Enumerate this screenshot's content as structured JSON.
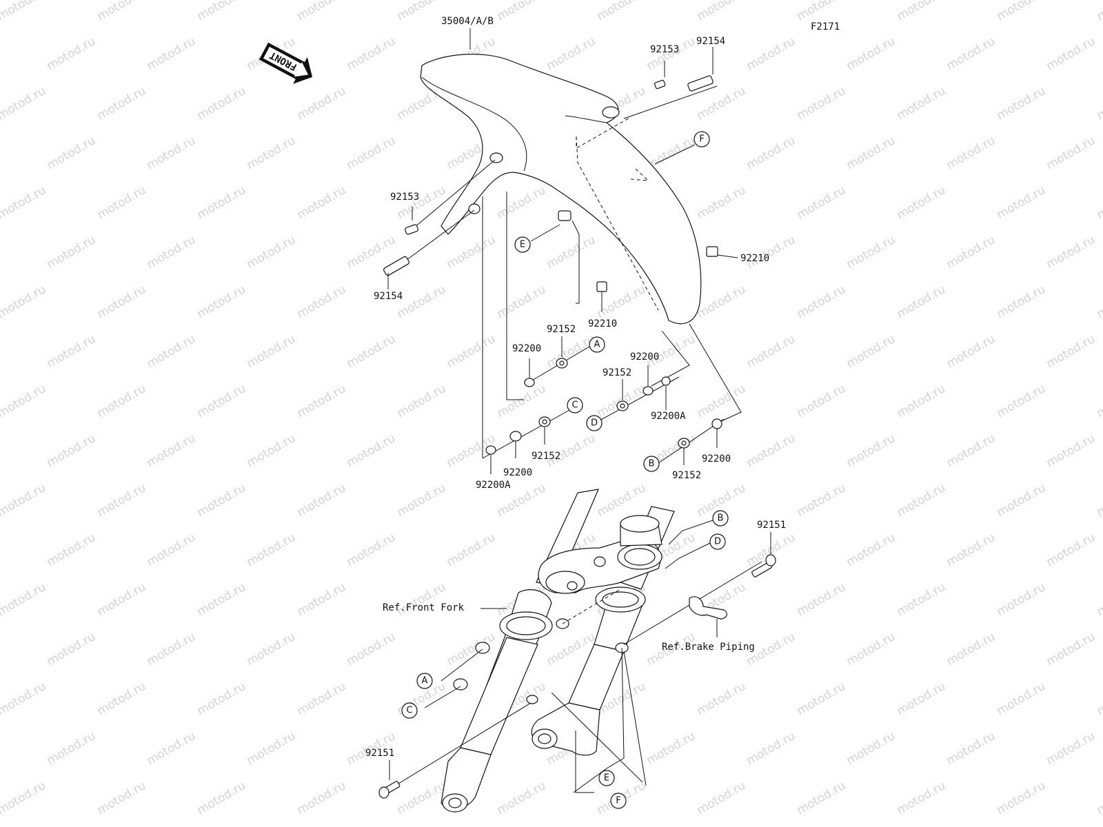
{
  "diagram_code": "F2171",
  "watermark": "motod.ru",
  "front_arrow": {
    "text": "FRONT"
  },
  "fender_part": "35004/A/B",
  "parts": [
    {
      "id": "p1",
      "text": "92153"
    },
    {
      "id": "p2",
      "text": "92154"
    },
    {
      "id": "p3",
      "text": "92153"
    },
    {
      "id": "p4",
      "text": "92154"
    },
    {
      "id": "p5",
      "text": "92210"
    },
    {
      "id": "p6",
      "text": "92210"
    },
    {
      "id": "p7",
      "text": "92152"
    },
    {
      "id": "p8",
      "text": "92200"
    },
    {
      "id": "p9",
      "text": "92200"
    },
    {
      "id": "p10",
      "text": "92152"
    },
    {
      "id": "p11",
      "text": "92200A"
    },
    {
      "id": "p12",
      "text": "92152"
    },
    {
      "id": "p13",
      "text": "92200"
    },
    {
      "id": "p14",
      "text": "92200A"
    },
    {
      "id": "p15",
      "text": "92152"
    },
    {
      "id": "p16",
      "text": "92200"
    },
    {
      "id": "p17",
      "text": "92151"
    },
    {
      "id": "p18",
      "text": "92151"
    }
  ],
  "refs": {
    "front_fork": "Ref.Front Fork",
    "brake_piping": "Ref.Brake Piping"
  },
  "callouts": {
    "a_top": "A",
    "b_top": "B",
    "c_top": "C",
    "d_top": "D",
    "e_top": "E",
    "f_top": "F",
    "a_bot": "A",
    "b_bot": "B",
    "c_bot": "C",
    "d_bot": "D",
    "e_bot": "E",
    "f_bot": "F"
  }
}
